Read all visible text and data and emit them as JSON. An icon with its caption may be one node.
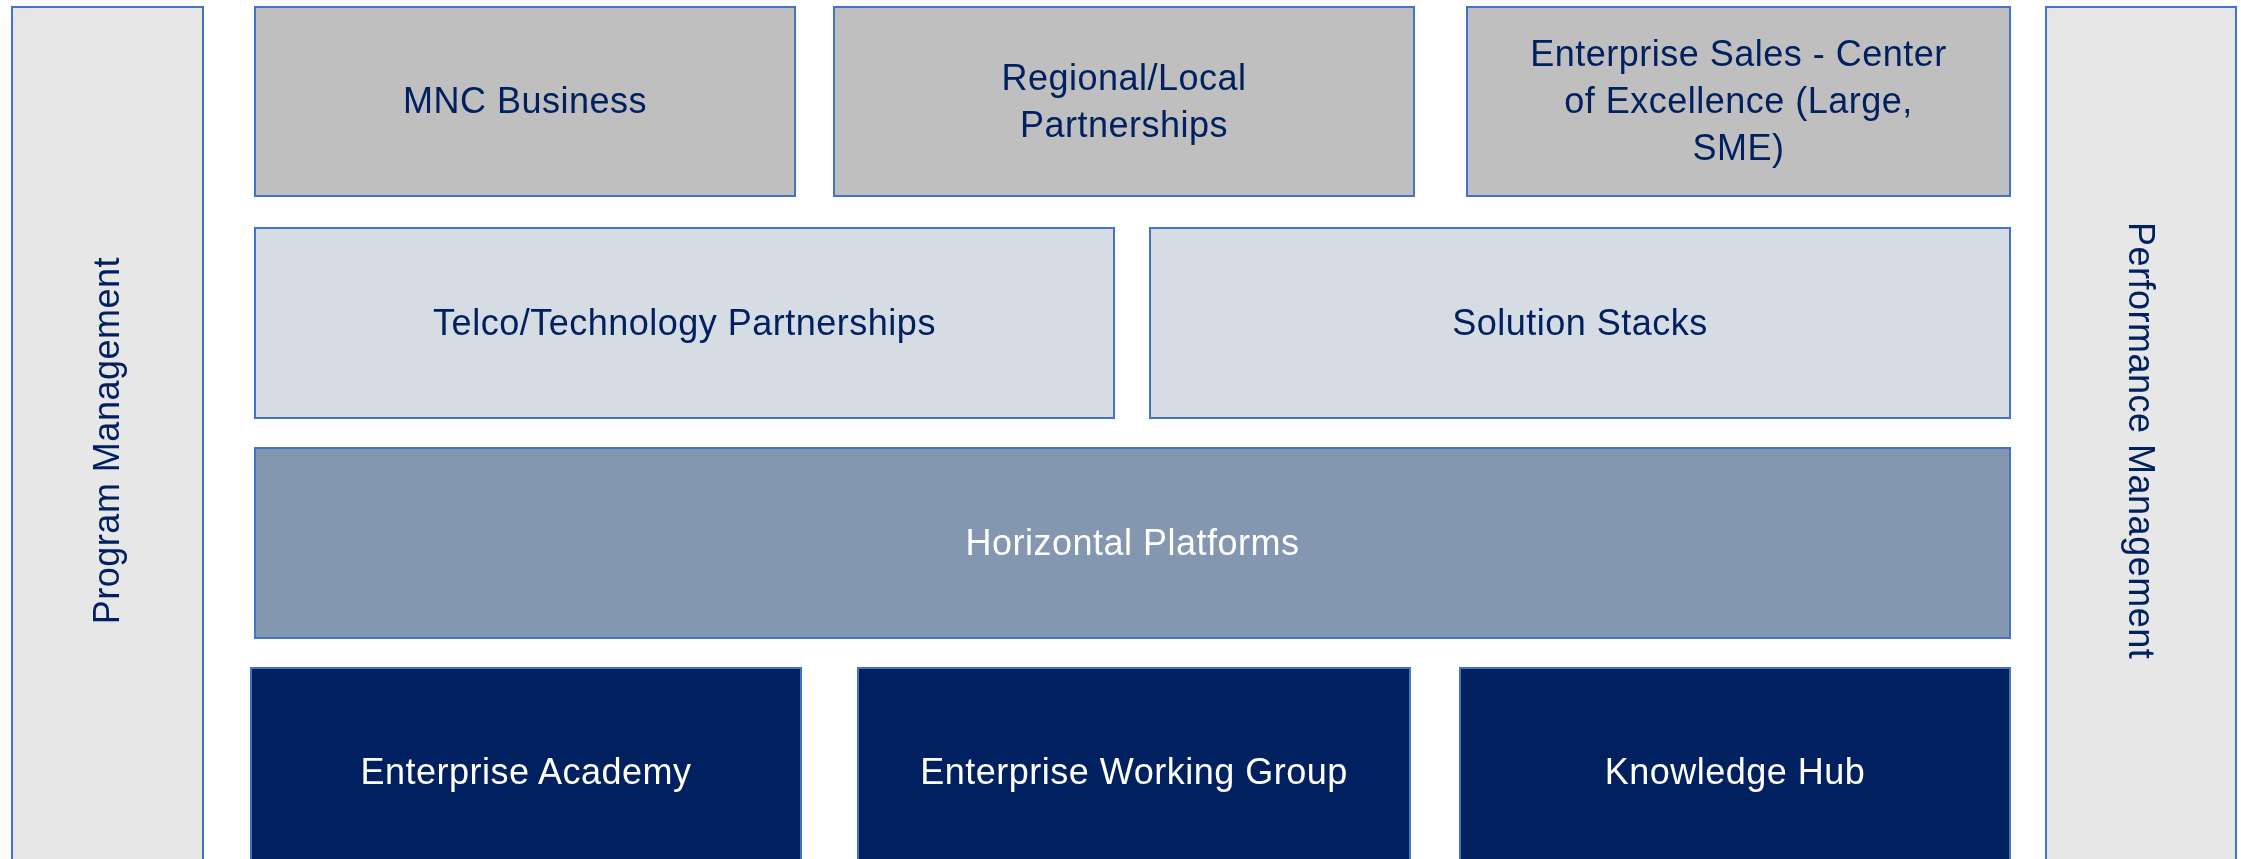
{
  "diagram": {
    "nodes": [
      {
        "text": [
          "Program Management"
        ]
      },
      {
        "text": [
          "MNC Business"
        ]
      },
      {
        "text": [
          "Regional/Local Partnerships"
        ]
      },
      {
        "text": [
          "Enterprise Sales - Center of Excellence (Large, SME)"
        ]
      },
      {
        "text": [
          "Performance Management"
        ]
      },
      {
        "text": [
          "Telco/Technology Partnerships"
        ]
      },
      {
        "text": [
          "Solution Stacks"
        ]
      },
      {
        "text": [
          "Horizontal Platforms"
        ]
      },
      {
        "text": [
          "Enterprise Academy"
        ]
      },
      {
        "text": [
          "Enterprise Working Group"
        ]
      },
      {
        "text": [
          "Knowledge Hub"
        ]
      }
    ]
  }
}
